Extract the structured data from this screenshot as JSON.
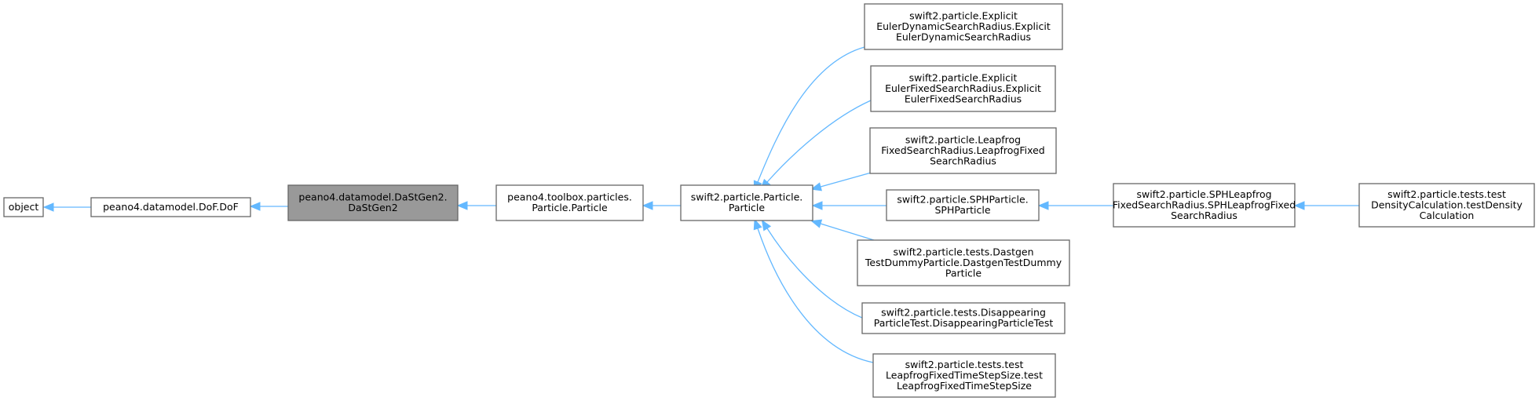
{
  "diagram": {
    "type": "class-inheritance-graph",
    "colors": {
      "edge": "#63b8ff",
      "current_node_fill": "#999999",
      "node_border": "#666666"
    },
    "nodes": [
      {
        "id": "object",
        "lines": [
          "object"
        ]
      },
      {
        "id": "dof",
        "lines": [
          "peano4.datamodel.DoF.DoF"
        ]
      },
      {
        "id": "dastgen2",
        "lines": [
          "peano4.datamodel.DaStGen2.",
          "DaStGen2"
        ],
        "current": true
      },
      {
        "id": "toolbox_particle",
        "lines": [
          "peano4.toolbox.particles.",
          "Particle.Particle"
        ]
      },
      {
        "id": "swift_particle",
        "lines": [
          "swift2.particle.Particle.",
          "Particle"
        ]
      },
      {
        "id": "euler_dynamic",
        "lines": [
          "swift2.particle.Explicit",
          "EulerDynamicSearchRadius.Explicit",
          "EulerDynamicSearchRadius"
        ]
      },
      {
        "id": "euler_fixed",
        "lines": [
          "swift2.particle.Explicit",
          "EulerFixedSearchRadius.Explicit",
          "EulerFixedSearchRadius"
        ]
      },
      {
        "id": "leapfrog_fixed",
        "lines": [
          "swift2.particle.Leapfrog",
          "FixedSearchRadius.LeapfrogFixed",
          "SearchRadius"
        ]
      },
      {
        "id": "sph_particle",
        "lines": [
          "swift2.particle.SPHParticle.",
          "SPHParticle"
        ]
      },
      {
        "id": "dastgen_dummy",
        "lines": [
          "swift2.particle.tests.Dastgen",
          "TestDummyParticle.DastgenTestDummy",
          "Particle"
        ]
      },
      {
        "id": "disappearing",
        "lines": [
          "swift2.particle.tests.Disappearing",
          "ParticleTest.DisappearingParticleTest"
        ]
      },
      {
        "id": "leapfrog_timestep",
        "lines": [
          "swift2.particle.tests.test",
          "LeapfrogFixedTimeStepSize.test",
          "LeapfrogFixedTimeStepSize"
        ]
      },
      {
        "id": "sph_leapfrog",
        "lines": [
          "swift2.particle.SPHLeapfrog",
          "FixedSearchRadius.SPHLeapfrogFixed",
          "SearchRadius"
        ]
      },
      {
        "id": "density_calc",
        "lines": [
          "swift2.particle.tests.test",
          "DensityCalculation.testDensity",
          "Calculation"
        ]
      }
    ],
    "edges": [
      {
        "from": "dof",
        "to": "object"
      },
      {
        "from": "dastgen2",
        "to": "dof"
      },
      {
        "from": "toolbox_particle",
        "to": "dastgen2"
      },
      {
        "from": "swift_particle",
        "to": "toolbox_particle"
      },
      {
        "from": "euler_dynamic",
        "to": "swift_particle"
      },
      {
        "from": "euler_fixed",
        "to": "swift_particle"
      },
      {
        "from": "leapfrog_fixed",
        "to": "swift_particle"
      },
      {
        "from": "sph_particle",
        "to": "swift_particle"
      },
      {
        "from": "dastgen_dummy",
        "to": "swift_particle"
      },
      {
        "from": "disappearing",
        "to": "swift_particle"
      },
      {
        "from": "leapfrog_timestep",
        "to": "swift_particle"
      },
      {
        "from": "sph_leapfrog",
        "to": "sph_particle"
      },
      {
        "from": "density_calc",
        "to": "sph_leapfrog"
      }
    ]
  }
}
